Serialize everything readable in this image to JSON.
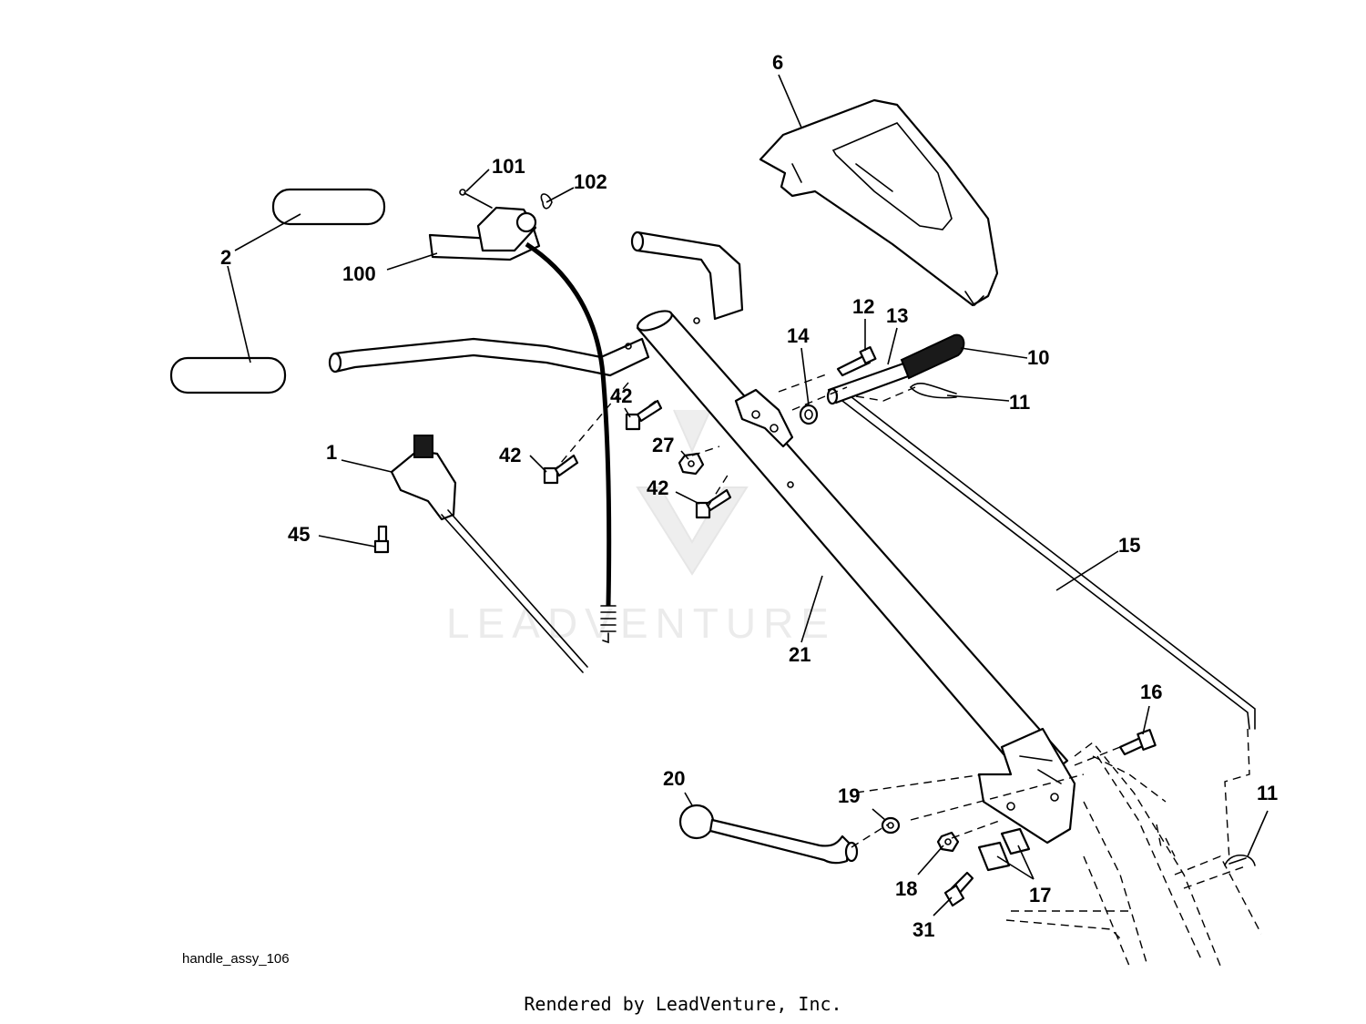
{
  "watermark": {
    "brand_text": "LEADVENTURE"
  },
  "diagram": {
    "figure_id": "handle_assy_106",
    "callouts": {
      "p1": "1",
      "p2": "2",
      "p6": "6",
      "p10": "10",
      "p11a": "11",
      "p11b": "11",
      "p12": "12",
      "p13": "13",
      "p14": "14",
      "p15": "15",
      "p16": "16",
      "p17": "17",
      "p18": "18",
      "p19": "19",
      "p20": "20",
      "p21": "21",
      "p27": "27",
      "p31": "31",
      "p42a": "42",
      "p42b": "42",
      "p42c": "42",
      "p45": "45",
      "p100": "100",
      "p101": "101",
      "p102": "102"
    }
  },
  "footer": {
    "rendered_by": "Rendered by LeadVenture, Inc."
  }
}
